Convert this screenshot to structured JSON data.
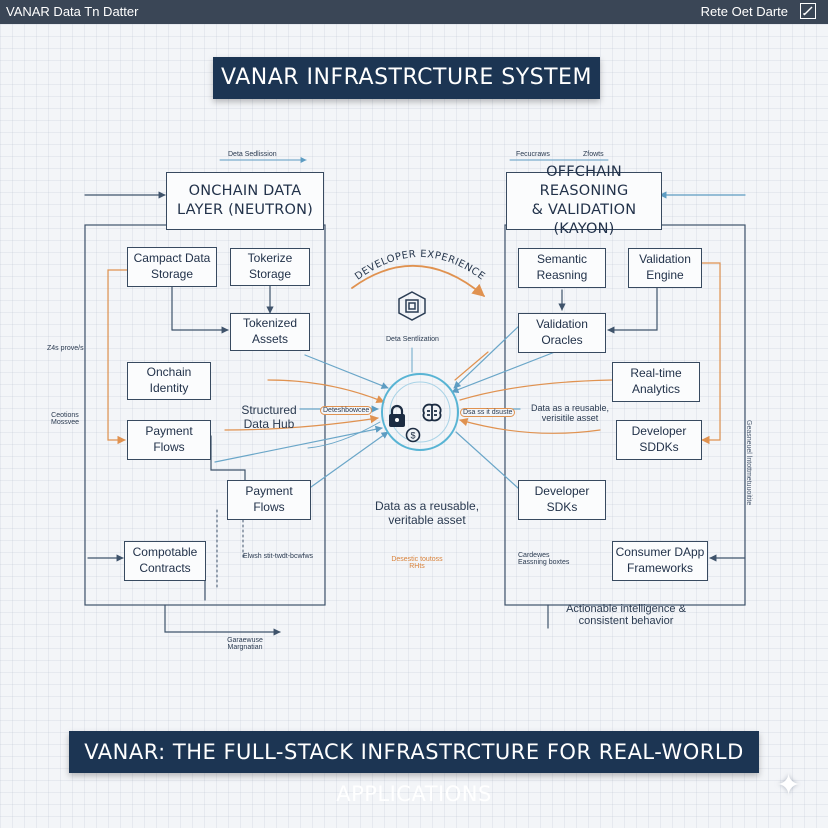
{
  "window": {
    "title": "VANAR Data Tn Datter",
    "right_text": "Rete Oet Darte"
  },
  "main_title": "VANAR INFRASTRCTURE SYSTEM",
  "footer_title": "VANAR: THE FULL-STACK INFRASTRCTURE FOR REAL-WORLD APPLICATIONS",
  "left": {
    "header": "ONCHAIN DATA\nLAYER (NEUTRON)",
    "top_label": "Deta Sedlission",
    "boxes": {
      "compact_storage": "Campact Data\nStorage",
      "tokenize_storage": "Tokerize\nStorage",
      "tokenized_assets": "Tokenized\nAssets",
      "onchain_identity": "Onchain\nIdentity",
      "structured_hub": "Structured\nData Hub",
      "payment_flows_1": "Payment\nFlows",
      "payment_flows_2": "Payment\nFlows",
      "composable_contracts": "Compotable\nContracts"
    },
    "side_label_1": "Z4s prove/s",
    "side_label_2": "Ceotions\nMossvee",
    "small_label": "Elwsh stit-twdt-bcwfws",
    "bottom_label": "Garaewuse\nMargnatian"
  },
  "right": {
    "header": "OFFCHAIN REASONING\n& VALIDATION (KAYON)",
    "top_label_1": "Fecucraws",
    "top_label_2": "Zfowts",
    "boxes": {
      "semantic_reasoning": "Semantic\nReasning",
      "validation_engine": "Validation\nEngine",
      "validation_oracles": "Validation\nOracles",
      "realtime_analytics": "Real-time\nAnalytics",
      "developer_sdks_1": "Developer\nSDDKs",
      "developer_sdks_2": "Developer\nSDKs",
      "consumer_frameworks": "Consumer DApp\nFrameworks"
    },
    "data_label": "Data as a reusable,\nverisitile asset",
    "small_label": "Cardewes\nEassning boxtes",
    "side_label": "Geasneuel lntottmetuuoitite",
    "bottom_label": "Actionable intelligence &\nconsistent behavior"
  },
  "center": {
    "developer_experience": "DEVELOPER EXPERIENCE",
    "data_sentilization": "Deta Sentlization",
    "hub_left_label": "Deteshbowcee",
    "hub_right_label": "Dsa ss it dsuste",
    "asset_label": "Data as a reusable,\nveritable asset",
    "orange_label": "Desestic toutoss\nRHts",
    "icons": [
      "cube-chip-icon",
      "lock-icon",
      "brain-icon",
      "coin-icon"
    ]
  },
  "colors": {
    "banner": "#1c3553",
    "wire_dark": "#3f536b",
    "wire_blue": "#6aa6c8",
    "wire_orange": "#e09250",
    "hub_ring": "#58b4d4",
    "window_bar": "#3a4656"
  }
}
